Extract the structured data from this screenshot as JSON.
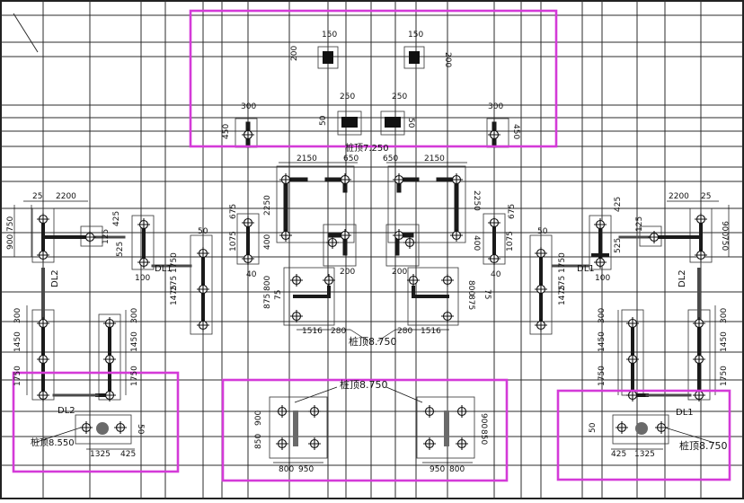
{
  "colors": {
    "grid": "#2b2b2b",
    "highlight": "#d43ad8",
    "beam": "#1a1a1a",
    "beam_dashed": "#4a4a4a",
    "marker_grey": "#6a6a6a"
  },
  "top_block": {
    "dims_small": [
      "150",
      "150",
      "200",
      "200"
    ],
    "dims_mid": [
      "300",
      "250",
      "250",
      "300",
      "50",
      "50",
      "450",
      "450"
    ],
    "elevation": "桩顶7.250"
  },
  "center_upper": {
    "dims": [
      "2150",
      "650",
      "650",
      "2150",
      "2250",
      "2250",
      "400",
      "400",
      "200",
      "200",
      "40",
      "40"
    ]
  },
  "left_side": {
    "dims": [
      "25",
      "2200",
      "900",
      "750",
      "425",
      "125",
      "525",
      "1075",
      "675",
      "50",
      "1750",
      "1475",
      "275",
      "100",
      "300",
      "1450",
      "1750",
      "300",
      "1450",
      "1750"
    ],
    "labels": [
      "DL2",
      "DL1",
      "DL2"
    ],
    "elevation": "桩顶8.550",
    "bottom_dims": [
      "1325",
      "425",
      "50"
    ]
  },
  "right_side": {
    "dims": [
      "2200",
      "25",
      "900",
      "750",
      "425",
      "125",
      "525",
      "1075",
      "675",
      "50",
      "1750",
      "1475",
      "275",
      "100",
      "300",
      "1450",
      "1750",
      "300",
      "1450",
      "1750"
    ],
    "labels": [
      "DL1",
      "DL2",
      "DL1"
    ],
    "elevation": "桩顶8.750",
    "bottom_dims": [
      "425",
      "1325",
      "50"
    ]
  },
  "center_lower": {
    "dims": [
      "875",
      "800",
      "75",
      "1516",
      "280",
      "280",
      "1516",
      "800",
      "875",
      "75"
    ],
    "elevation": "桩顶8.750"
  },
  "bottom_center": {
    "elevation": "桩顶8.750",
    "dims": [
      "850",
      "900",
      "800",
      "950",
      "950",
      "800",
      "900",
      "850"
    ]
  }
}
